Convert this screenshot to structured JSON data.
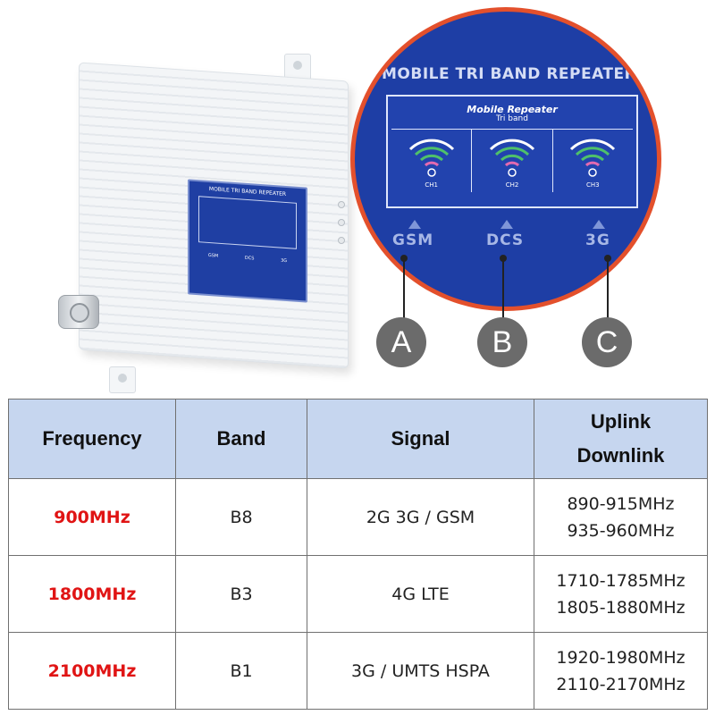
{
  "zoom": {
    "title": "MOBILE TRI BAND REPEATER",
    "box_title": "Mobile Repeater",
    "box_subtitle": "Tri band",
    "channels": [
      "CH1",
      "CH2",
      "CH3"
    ],
    "bands": [
      "GSM",
      "DCS",
      "3G"
    ]
  },
  "device": {
    "panel_title": "MOBILE TRI BAND REPEATER",
    "panel_labels": [
      "GSM",
      "DCS",
      "3G"
    ]
  },
  "callouts": [
    "A",
    "B",
    "C"
  ],
  "colors": {
    "header_bg": "#c6d6ef",
    "frequency_text": "#e01414",
    "zoom_border": "#e3502c",
    "panel_blue": "#1e3ea5"
  },
  "table": {
    "headers": {
      "frequency": "Frequency",
      "band": "Band",
      "signal": "Signal",
      "uplink": "Uplink",
      "downlink": "Downlink"
    },
    "rows": [
      {
        "frequency": "900MHz",
        "band": "B8",
        "signal": "2G 3G / GSM",
        "uplink": "890-915MHz",
        "downlink": "935-960MHz"
      },
      {
        "frequency": "1800MHz",
        "band": "B3",
        "signal": "4G LTE",
        "uplink": "1710-1785MHz",
        "downlink": "1805-1880MHz"
      },
      {
        "frequency": "2100MHz",
        "band": "B1",
        "signal": "3G / UMTS HSPA",
        "uplink": "1920-1980MHz",
        "downlink": "2110-2170MHz"
      }
    ]
  }
}
